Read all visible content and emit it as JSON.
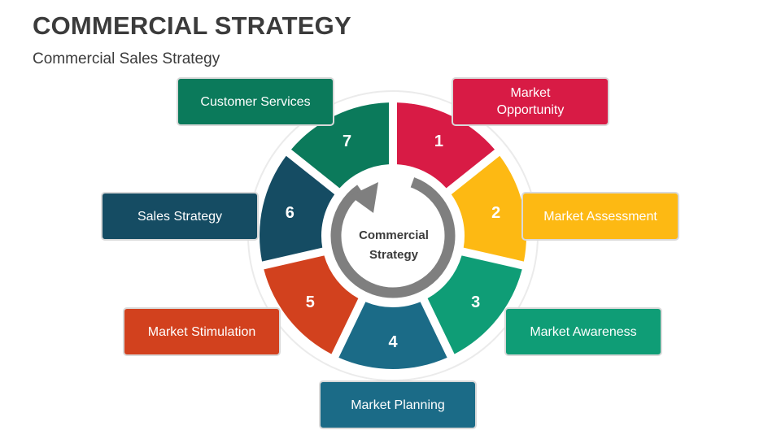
{
  "header": {
    "title": "COMMERCIAL STRATEGY",
    "subtitle": "Commercial Sales Strategy"
  },
  "center": {
    "label": "Commercial Strategy",
    "ring_color": "#7f7f7f"
  },
  "segments": [
    {
      "number": "1",
      "label": "Market Opportunity",
      "color": "#d81b45"
    },
    {
      "number": "2",
      "label": "Market Assessment",
      "color": "#fdb913"
    },
    {
      "number": "3",
      "label": "Market Awareness",
      "color": "#0f9d76"
    },
    {
      "number": "4",
      "label": "Market Planning",
      "color": "#1b6b87"
    },
    {
      "number": "5",
      "label": "Market Stimulation",
      "color": "#d2411e"
    },
    {
      "number": "6",
      "label": "Sales Strategy",
      "color": "#154c63"
    },
    {
      "number": "7",
      "label": "Customer Services",
      "color": "#0b7a5b"
    }
  ]
}
